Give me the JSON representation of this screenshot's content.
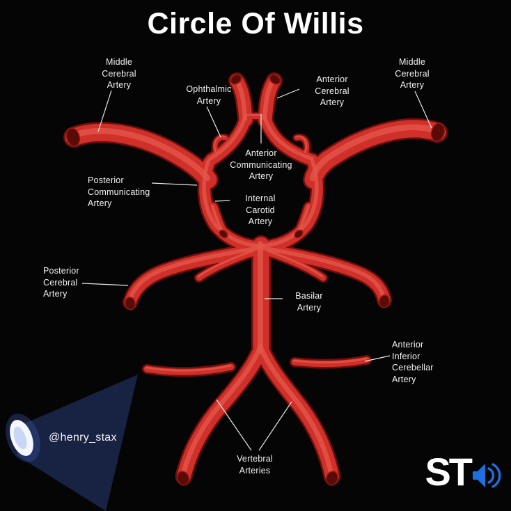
{
  "title": "Circle Of Willis",
  "colors": {
    "background": "#050505",
    "artery": "#cf3029",
    "artery_dark": "#6f0f0b",
    "artery_highlight": "#e4564a",
    "vessel_cap": "#5a0a07",
    "label_text": "#f2f2f2",
    "leader_line": "#e9e9e9",
    "logo_blue": "#1e6fe0",
    "beam_blue": "#1d2a52"
  },
  "labels": [
    {
      "id": "middle-cerebral-left",
      "text": "Middle\nCerebral\nArtery"
    },
    {
      "id": "ophthalmic",
      "text": "Ophthalmic\nArtery"
    },
    {
      "id": "anterior-cerebral",
      "text": "Anterior\nCerebral\nArtery"
    },
    {
      "id": "middle-cerebral-right",
      "text": "Middle\nCerebral\nArtery"
    },
    {
      "id": "anterior-communicating",
      "text": "Anterior\nCommunicating\nArtery"
    },
    {
      "id": "posterior-communicating",
      "text": "Posterior\nCommunicating\nArtery"
    },
    {
      "id": "internal-carotid",
      "text": "Internal\nCarotid\nArtery"
    },
    {
      "id": "posterior-cerebral",
      "text": "Posterior\nCerebral\nArtery"
    },
    {
      "id": "basilar",
      "text": "Basilar\nArtery"
    },
    {
      "id": "anterior-inferior-cerebellar",
      "text": "Anterior\nInferior\nCerebellar\nArtery"
    },
    {
      "id": "vertebral",
      "text": "Vertebral\nArteries"
    }
  ],
  "watermark": {
    "handle": "@henry_stax"
  },
  "logo": {
    "text": "ST"
  }
}
